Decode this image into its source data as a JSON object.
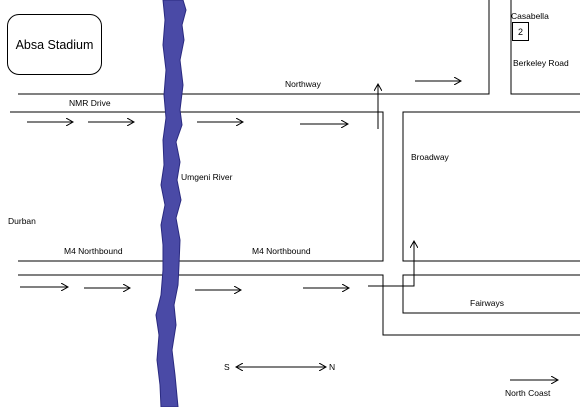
{
  "map": {
    "stadium_label": "Absa Stadium",
    "river_label": "Umgeni River",
    "river_color": "#4a4aa6",
    "river_edge_color": "#2a2a80",
    "line_color": "#000000",
    "roads": {
      "northway": "Northway",
      "nmr_drive": "NMR Drive",
      "broadway": "Broadway",
      "m4_left": "M4 Northbound",
      "m4_right": "M4 Northbound",
      "fairways": "Fairways",
      "berkeley": "Berkeley Road"
    },
    "places": {
      "durban": "Durban",
      "casabella": "Casabella",
      "north_coast": "North Coast"
    },
    "marker_number": "2",
    "compass": {
      "south": "S",
      "north": "N"
    }
  }
}
